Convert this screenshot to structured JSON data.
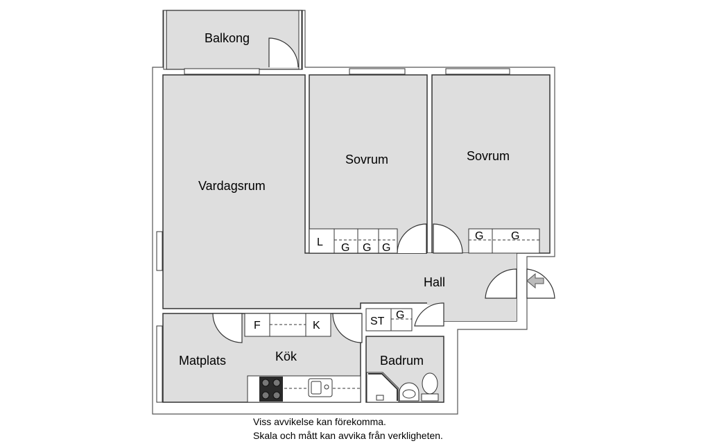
{
  "rooms": {
    "balcony": "Balkong",
    "living": "Vardagsrum",
    "bedroom1": "Sovrum",
    "bedroom2": "Sovrum",
    "hall": "Hall",
    "dining": "Matplats",
    "kitchen": "Kök",
    "bathroom": "Badrum"
  },
  "fixtures": {
    "bed1_linen": "L",
    "bed1_wardrobe1": "G",
    "bed1_wardrobe2": "G",
    "bed1_wardrobe3": "G",
    "bed2_wardrobe1": "G",
    "bed2_wardrobe2": "G",
    "hall_storage": "ST",
    "hall_wardrobe": "G",
    "kitchen_freezer": "F",
    "kitchen_fridge": "K"
  },
  "notes": [
    "Viss avvikelse kan förekomma.",
    "Skala och mått kan avvika från verkligheten."
  ],
  "colors": {
    "floor": "#dedede",
    "wall": "#333333",
    "fixture_fill": "#ffffff",
    "stove": "#2a2a2a"
  }
}
